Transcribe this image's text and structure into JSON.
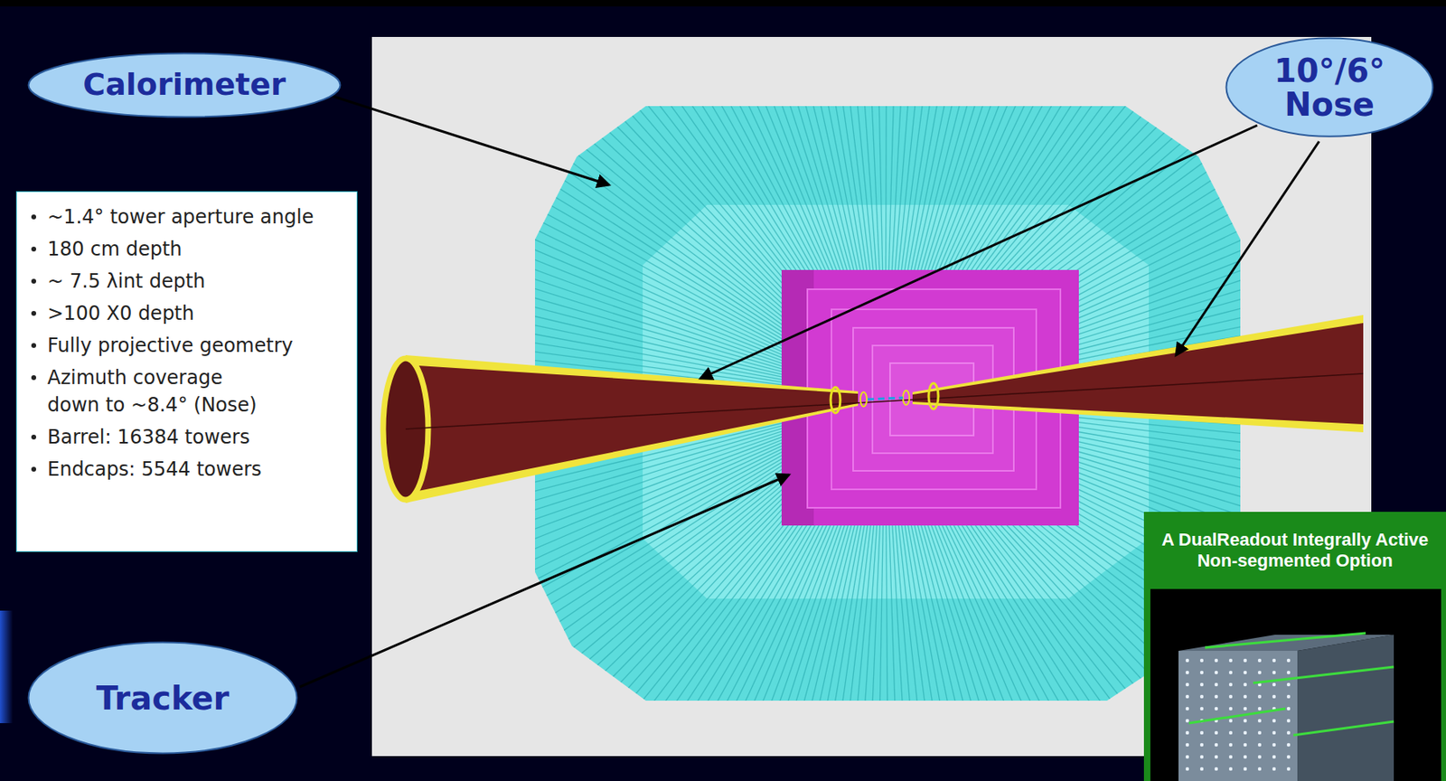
{
  "diagram": {
    "nodes": [
      {
        "text": [
          "Calorimeter"
        ]
      },
      {
        "text": [
          "10°/6° Nose"
        ]
      },
      {
        "text": [
          "~1.4° tower aperture angle",
          "180 cm depth",
          "~ 7.5 λint depth",
          ">100 X0 depth",
          "Fully projective geometry",
          "Azimuth coverage down to ~8.4° (Nose)",
          "Barrel: 16384 towers",
          "Endcaps: 5544 towers"
        ]
      },
      {
        "text": [
          "Tracker"
        ]
      },
      {
        "text": [
          "A DualReadout Integrally Active Non-segmented Option"
        ]
      }
    ]
  }
}
